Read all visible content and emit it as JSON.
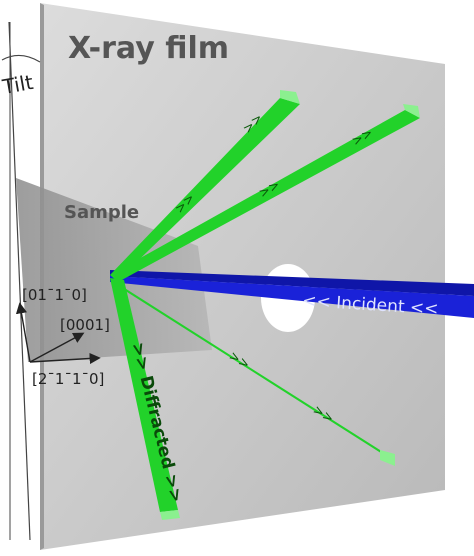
{
  "labels": {
    "film": "X-ray film",
    "sample": "Sample",
    "tilt": "Tilt",
    "incident": "<< Incident <<",
    "diffracted": ">> Diffracted >>",
    "arrow_marks": ">>",
    "axis_0110": "[01¯1¯0]",
    "axis_0001": "[0001]",
    "axis_2110": "[2¯1¯1¯0]"
  },
  "colors": {
    "film": "#c9c9c9",
    "sample": "#9a9a9a",
    "incident_beam": "#1a22d8",
    "diffracted_beam": "#22d22a",
    "hole": "#ffffff",
    "text_dark": "#555555",
    "text_light": "#dfe3ff"
  }
}
